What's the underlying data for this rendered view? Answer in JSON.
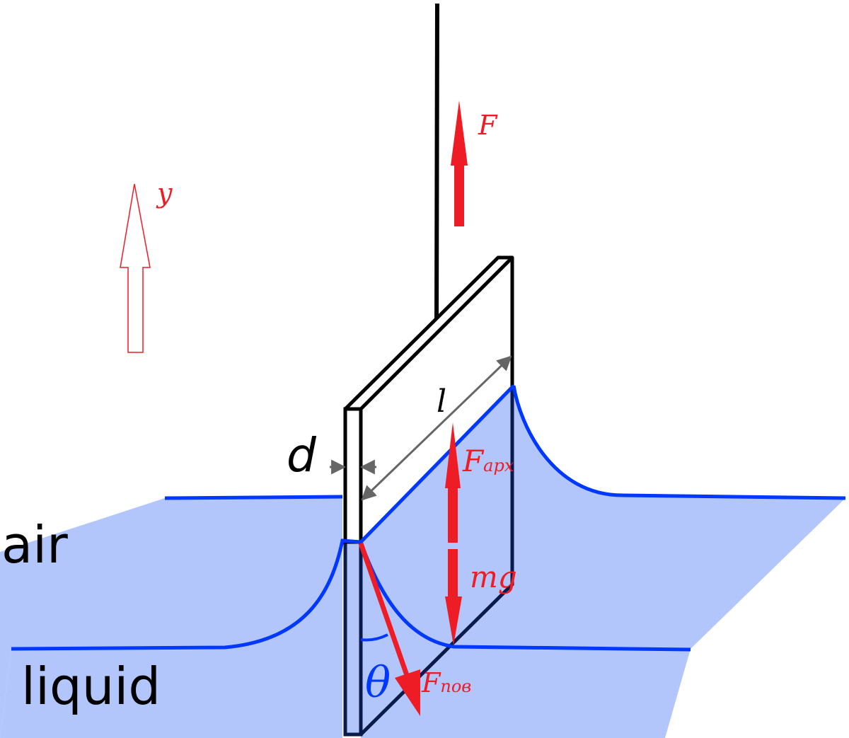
{
  "labels": {
    "force_F": "F",
    "axis_y": "y",
    "length_l": "l",
    "thickness_d": "d",
    "force_archimedes": "F",
    "force_archimedes_sub": "арх",
    "force_gravity": "mg",
    "force_surface": "F",
    "force_surface_sub": "пов",
    "angle_theta": "θ",
    "region_air": "air",
    "region_liquid": "liquid"
  },
  "colors": {
    "force": "#ee1c25",
    "meniscus": "#0038ff",
    "liquid_fill": "#b3c6fb",
    "outline": "#000000",
    "submerged_outline": "#0a1a4a",
    "dimension": "#666666"
  }
}
